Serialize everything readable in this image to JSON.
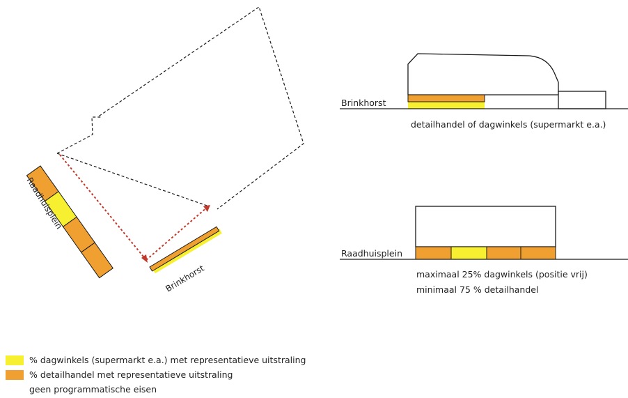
{
  "labels": {
    "raadhuisplein": "Raadhuisplein",
    "brinkhorst": "Brinkhorst"
  },
  "section_top": {
    "street": "Brinkhorst",
    "caption": "detailhandel of dagwinkels (supermarkt e.a.)"
  },
  "section_bottom": {
    "street": "Raadhuisplein",
    "caption_1": "maximaal 25% dagwinkels (positie vrij)",
    "caption_2": "minimaal 75 % detailhandel"
  },
  "legend": [
    {
      "label": "% dagwinkels (supermarkt e.a.) met representatieve uitstraling",
      "color": "#f7f030"
    },
    {
      "label": "% detailhandel met representatieve uitstraling",
      "color": "#f0a030"
    },
    {
      "label": "geen programmatische eisen",
      "color": "#ffffff"
    }
  ],
  "colors": {
    "yellow": "#f7f030",
    "orange": "#f0a030",
    "arrow": "#c0392b",
    "line": "#1a1a1a"
  }
}
